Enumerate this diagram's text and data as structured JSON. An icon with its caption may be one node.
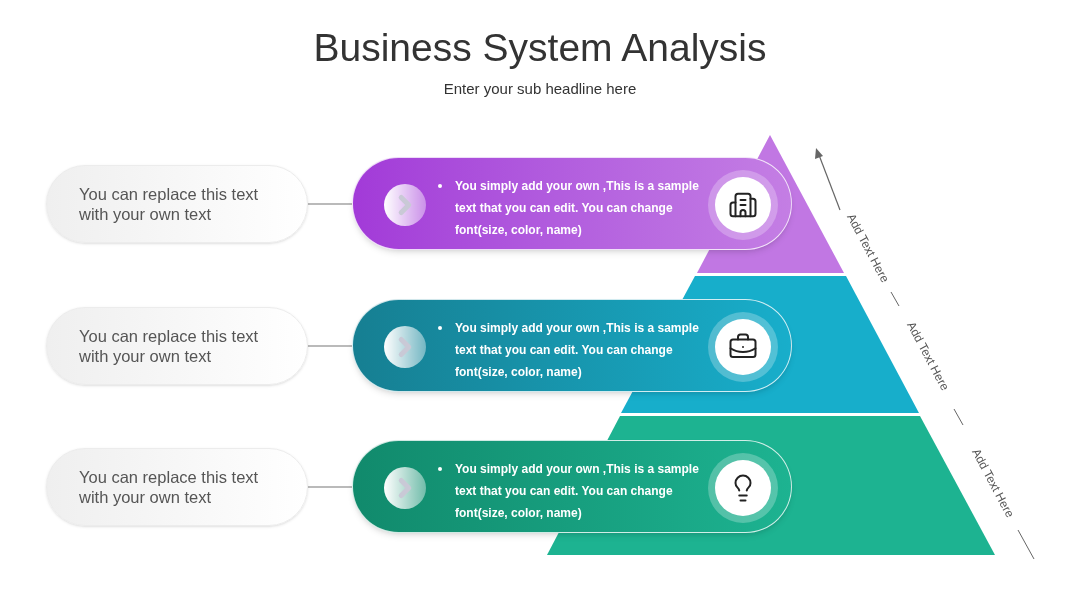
{
  "diagram": {
    "title": "Business System Analysis",
    "nodes": [
      {
        "text": [
          "You can replace this text with your own text"
        ]
      },
      {
        "text": [
          "You simply add your own ,This is a sample text that you can edit. You can change font(size, color, name)"
        ]
      },
      {
        "text": [
          "You can replace this text with your own text"
        ]
      },
      {
        "text": [
          "You simply add your own ,This is a sample text that you can edit. You can change font(size, color, name)"
        ]
      },
      {
        "text": [
          "You can replace this text with your own text"
        ]
      },
      {
        "text": [
          "You simply add your own ,This is a sample text that you can edit. You can change font(size, color, name)"
        ]
      }
    ],
    "edges": [
      {
        "from": 0,
        "to": 1,
        "arrow": "none"
      },
      {
        "from": 2,
        "to": 3,
        "arrow": "none"
      },
      {
        "from": 4,
        "to": 5,
        "arrow": "none"
      }
    ],
    "labels": [
      "Enter your sub headline here",
      "Add Text Here",
      "Add Text Here",
      "Add Text Here"
    ]
  }
}
